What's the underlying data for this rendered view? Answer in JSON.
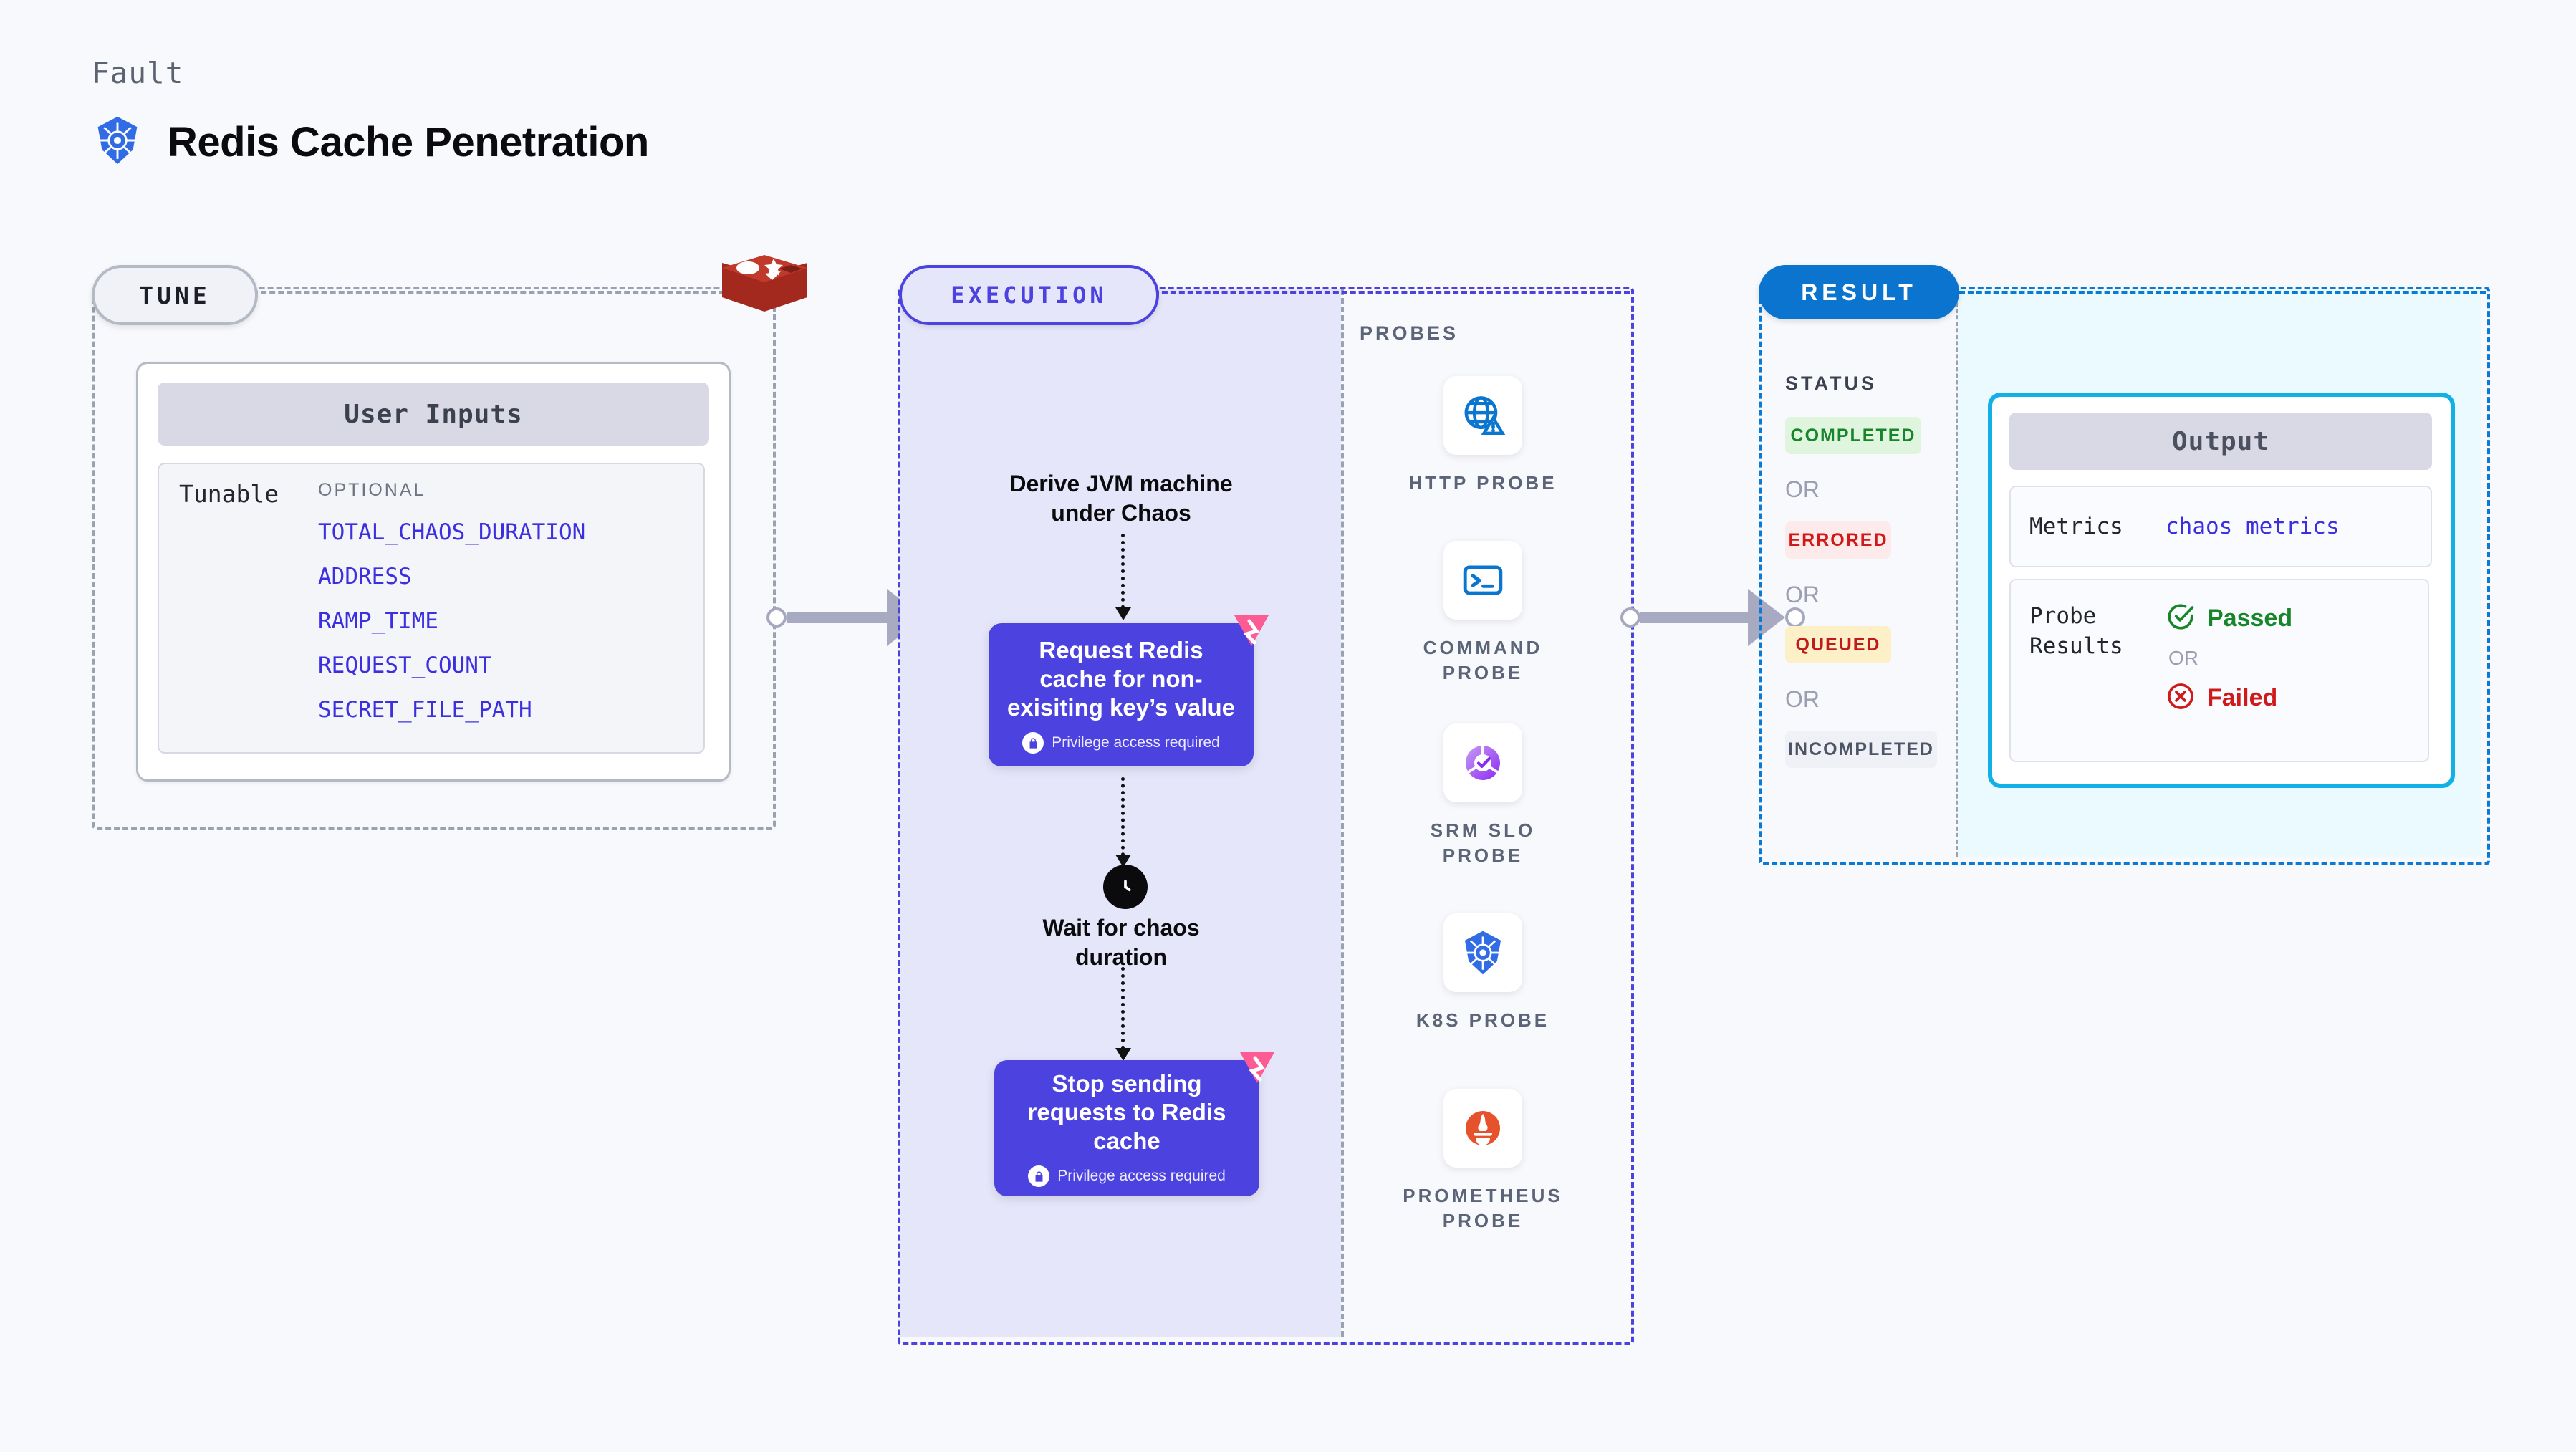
{
  "header": {
    "eyebrow": "Fault",
    "title": "Redis Cache Penetration",
    "icon": "kubernetes-icon"
  },
  "colors": {
    "accent_purple": "#4b42e0",
    "accent_blue": "#0a74ce",
    "accent_cyan": "#11b1e8",
    "redis_red": "#c0392b",
    "pass_green": "#17852a",
    "fail_red": "#d01919",
    "tag_pink": "#fc5b94"
  },
  "tune": {
    "pill_label": "TUNE",
    "source_icon": "redis-logo-icon",
    "card": {
      "title": "User Inputs",
      "row_label": "Tunable",
      "group_label": "OPTIONAL",
      "items": [
        "TOTAL_CHAOS_DURATION",
        "ADDRESS",
        "RAMP_TIME",
        "REQUEST_COUNT",
        "SECRET_FILE_PATH"
      ]
    }
  },
  "execution": {
    "pill_label": "EXECUTION",
    "steps": [
      {
        "type": "label",
        "text": "Derive JVM machine under Chaos"
      },
      {
        "type": "node",
        "text": "Request Redis cache for non-exisiting key’s value",
        "privilege": "Privilege access required",
        "badge": "litmus-tag-icon"
      },
      {
        "type": "wait",
        "icon": "clock-icon",
        "text": "Wait for chaos duration"
      },
      {
        "type": "node",
        "text": "Stop sending requests to Redis cache",
        "privilege": "Privilege access required",
        "badge": "litmus-tag-icon"
      }
    ]
  },
  "probes": {
    "title": "PROBES",
    "items": [
      {
        "label": "HTTP PROBE",
        "icon": "globe-warning-icon"
      },
      {
        "label": "COMMAND PROBE",
        "icon": "terminal-icon"
      },
      {
        "label": "SRM SLO PROBE",
        "icon": "slo-donut-check-icon"
      },
      {
        "label": "K8S PROBE",
        "icon": "kubernetes-icon"
      },
      {
        "label": "PROMETHEUS PROBE",
        "icon": "prometheus-icon"
      }
    ]
  },
  "result": {
    "pill_label": "RESULT",
    "status_title": "STATUS",
    "or_label": "OR",
    "statuses": [
      {
        "label": "COMPLETED",
        "bg": "#dff5dd",
        "fg": "#17852a"
      },
      {
        "label": "ERRORED",
        "bg": "#fdeaea",
        "fg": "#d01919"
      },
      {
        "label": "QUEUED",
        "bg": "#fdf0c8",
        "fg": "#c11a1a"
      },
      {
        "label": "INCOMPLETED",
        "bg": "#f0f1f6",
        "fg": "#4d5566"
      }
    ],
    "output": {
      "title": "Output",
      "metrics_label": "Metrics",
      "metrics_value": "chaos metrics",
      "probe_results_label": "Probe Results",
      "passed_label": "Passed",
      "failed_label": "Failed",
      "or_label": "OR",
      "passed_icon": "check-circle-icon",
      "failed_icon": "x-circle-icon"
    }
  }
}
